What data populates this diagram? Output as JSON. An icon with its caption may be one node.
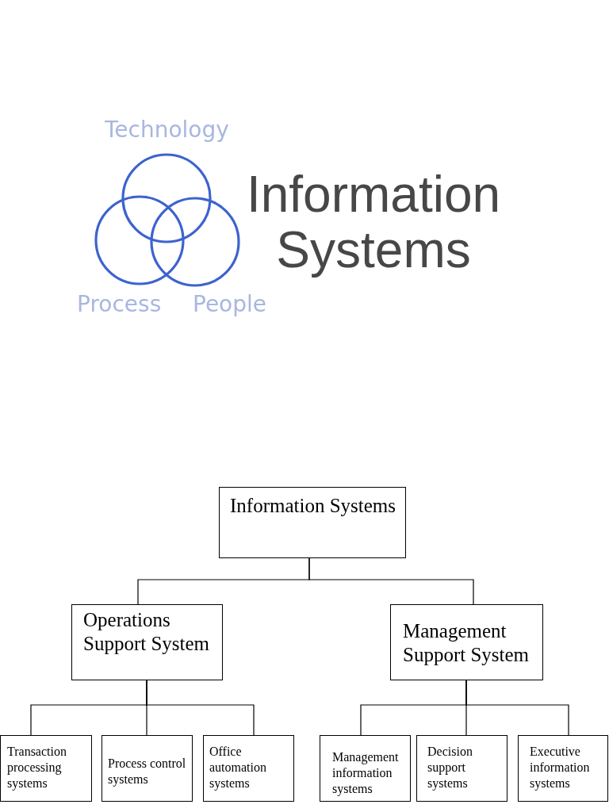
{
  "diagram": {
    "title": "Information Systems",
    "nodes": [
      {
        "text": [
          "Technology"
        ]
      },
      {
        "text": [
          "Process"
        ]
      },
      {
        "text": [
          "People"
        ]
      },
      {
        "text": [
          "Information Systems"
        ]
      },
      {
        "text": [
          "Operations Support System"
        ]
      },
      {
        "text": [
          "Management Support System"
        ]
      },
      {
        "text": [
          "Transaction processing systems"
        ]
      },
      {
        "text": [
          "Process control systems"
        ]
      },
      {
        "text": [
          "Office automation systems"
        ]
      },
      {
        "text": [
          "Management information systems"
        ]
      },
      {
        "text": [
          "Decision support systems"
        ]
      },
      {
        "text": [
          "Executive information systems"
        ]
      }
    ],
    "edges": [
      {
        "from": 3,
        "to": 4,
        "arrow": "none"
      },
      {
        "from": 3,
        "to": 5,
        "arrow": "none"
      },
      {
        "from": 4,
        "to": 6,
        "arrow": "none"
      },
      {
        "from": 4,
        "to": 7,
        "arrow": "none"
      },
      {
        "from": 4,
        "to": 8,
        "arrow": "none"
      },
      {
        "from": 5,
        "to": 9,
        "arrow": "none"
      },
      {
        "from": 5,
        "to": 10,
        "arrow": "none"
      },
      {
        "from": 5,
        "to": 11,
        "arrow": "none"
      }
    ]
  }
}
